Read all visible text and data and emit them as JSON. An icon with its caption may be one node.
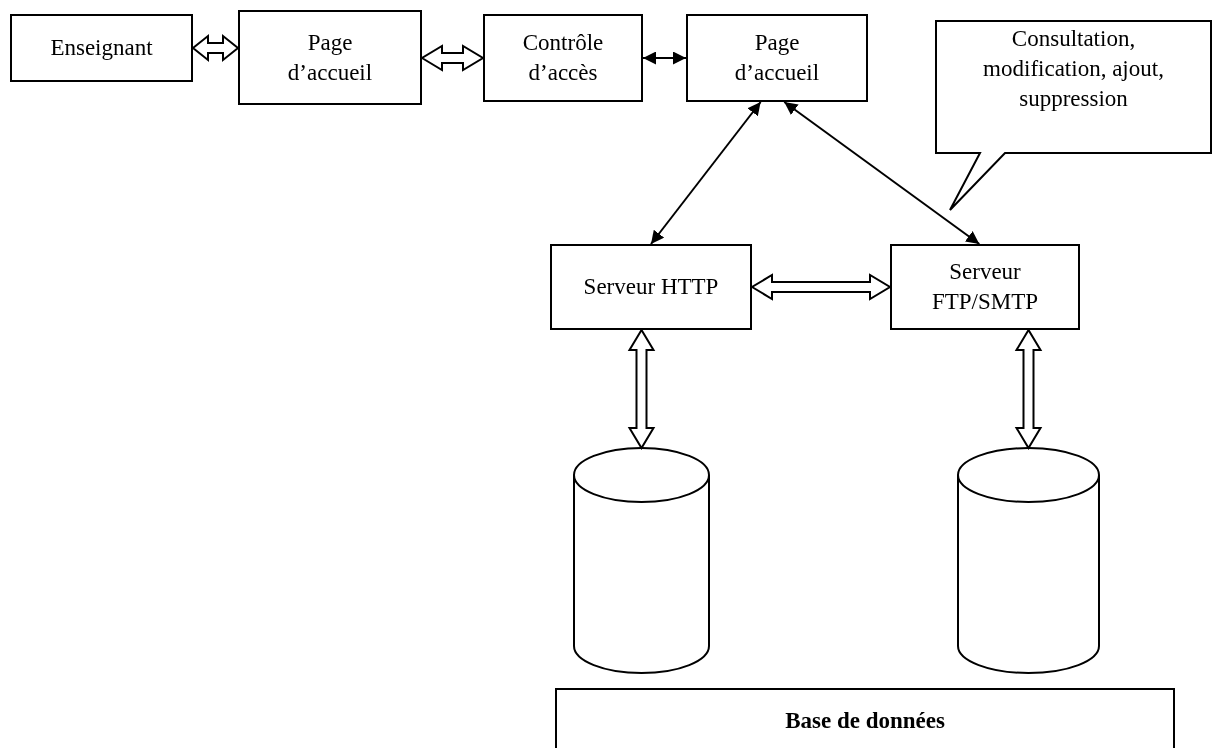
{
  "diagram": {
    "nodes": [
      {
        "text": [
          "Enseignant"
        ]
      },
      {
        "text": [
          "Page d’accueil"
        ]
      },
      {
        "text": [
          "Contrôle d’accès"
        ]
      },
      {
        "text": [
          "Page d’accueil"
        ]
      },
      {
        "text": [
          "Consultation, modification, ajout, suppression"
        ]
      },
      {
        "text": [
          "Serveur HTTP"
        ]
      },
      {
        "text": [
          "Serveur FTP/SMTP"
        ]
      },
      {
        "text": [],
        "shape": "cylinder"
      },
      {
        "text": [],
        "shape": "cylinder"
      },
      {
        "text": [
          "Base de données"
        ]
      }
    ],
    "edges": [
      {
        "from": 0,
        "to": 1,
        "arrow": "both",
        "style": "thick"
      },
      {
        "from": 1,
        "to": 2,
        "arrow": "both",
        "style": "thick"
      },
      {
        "from": 2,
        "to": 3,
        "arrow": "both"
      },
      {
        "from": 3,
        "to": 5,
        "arrow": "both"
      },
      {
        "from": 3,
        "to": 6,
        "arrow": "both"
      },
      {
        "from": 5,
        "to": 6,
        "arrow": "both",
        "style": "thick"
      },
      {
        "from": 5,
        "to": 7,
        "arrow": "both",
        "style": "thick"
      },
      {
        "from": 6,
        "to": 8,
        "arrow": "both",
        "style": "thick"
      }
    ]
  }
}
